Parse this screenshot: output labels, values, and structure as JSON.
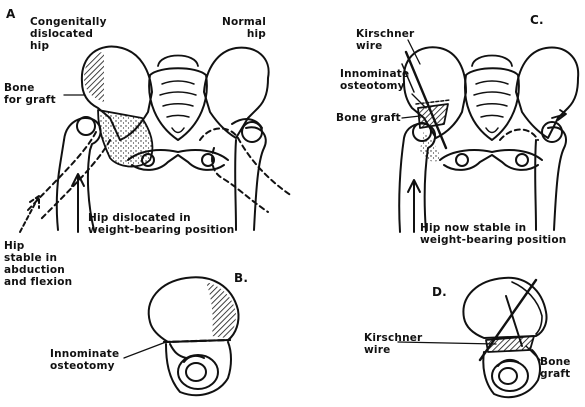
{
  "panels": {
    "a": {
      "letter": "A",
      "congenital": "Congenitally\ndislocated\nhip",
      "normal": "Normal\nhip",
      "bone_graft": "Bone\nfor graft",
      "dislocated": "Hip dislocated in\nweight-bearing position",
      "stable": "Hip\nstable in\nabduction\nand flexion"
    },
    "b": {
      "letter": "B.",
      "osteotomy": "Innominate\nosteotomy"
    },
    "c": {
      "letter": "C.",
      "kirschner": "Kirschner\nwire",
      "osteotomy": "Innominate\nosteotomy",
      "bone_graft": "Bone graft",
      "stable": "Hip now stable in\nweight-bearing position"
    },
    "d": {
      "letter": "D.",
      "kirschner": "Kirschner\nwire",
      "bone_graft": "Bone\ngraft"
    }
  },
  "colors": {
    "ink": "#111111",
    "paper": "#ffffff"
  }
}
